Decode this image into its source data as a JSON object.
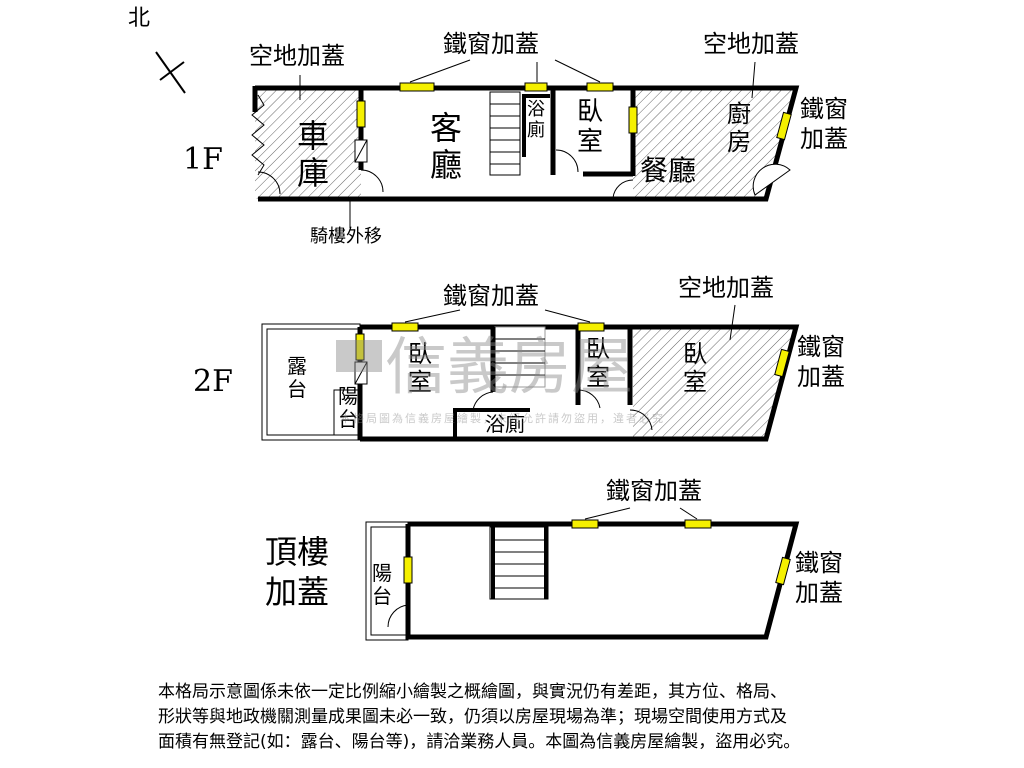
{
  "compass": {
    "north_label": "北"
  },
  "floors": [
    {
      "label": "1F",
      "rooms": [
        "車庫",
        "客廳",
        "浴廁",
        "臥室",
        "餐廳",
        "廚房"
      ],
      "annotations": [
        "空地加蓋",
        "鐵窗加蓋",
        "空地加蓋",
        "鐵窗加蓋",
        "騎樓外移"
      ]
    },
    {
      "label": "2F",
      "rooms": [
        "露台",
        "陽台",
        "臥室",
        "浴廁",
        "臥室",
        "臥室"
      ],
      "annotations": [
        "鐵窗加蓋",
        "空地加蓋",
        "鐵窗加蓋"
      ]
    },
    {
      "label": "頂樓加蓋",
      "rooms": [
        "陽台"
      ],
      "annotations": [
        "鐵窗加蓋",
        "鐵窗加蓋"
      ]
    }
  ],
  "watermark": {
    "brand": "信義房屋",
    "small": "本格局圖為信義房屋繪製，未經允許請勿盜用，違者必究"
  },
  "colors": {
    "window": "#f5f000",
    "hatch": "#555555",
    "wall": "#000000"
  },
  "disclaimer": [
    "本格局示意圖係未依一定比例縮小繪製之概繪圖，與實況仍有差距，其方位、格局、",
    "形狀等與地政機關測量成果圖未必一致，仍須以房屋現場為準；現場空間使用方式及",
    "面積有無登記(如：露台、陽台等)，請洽業務人員。本圖為信義房屋繪製，盜用必究。"
  ]
}
